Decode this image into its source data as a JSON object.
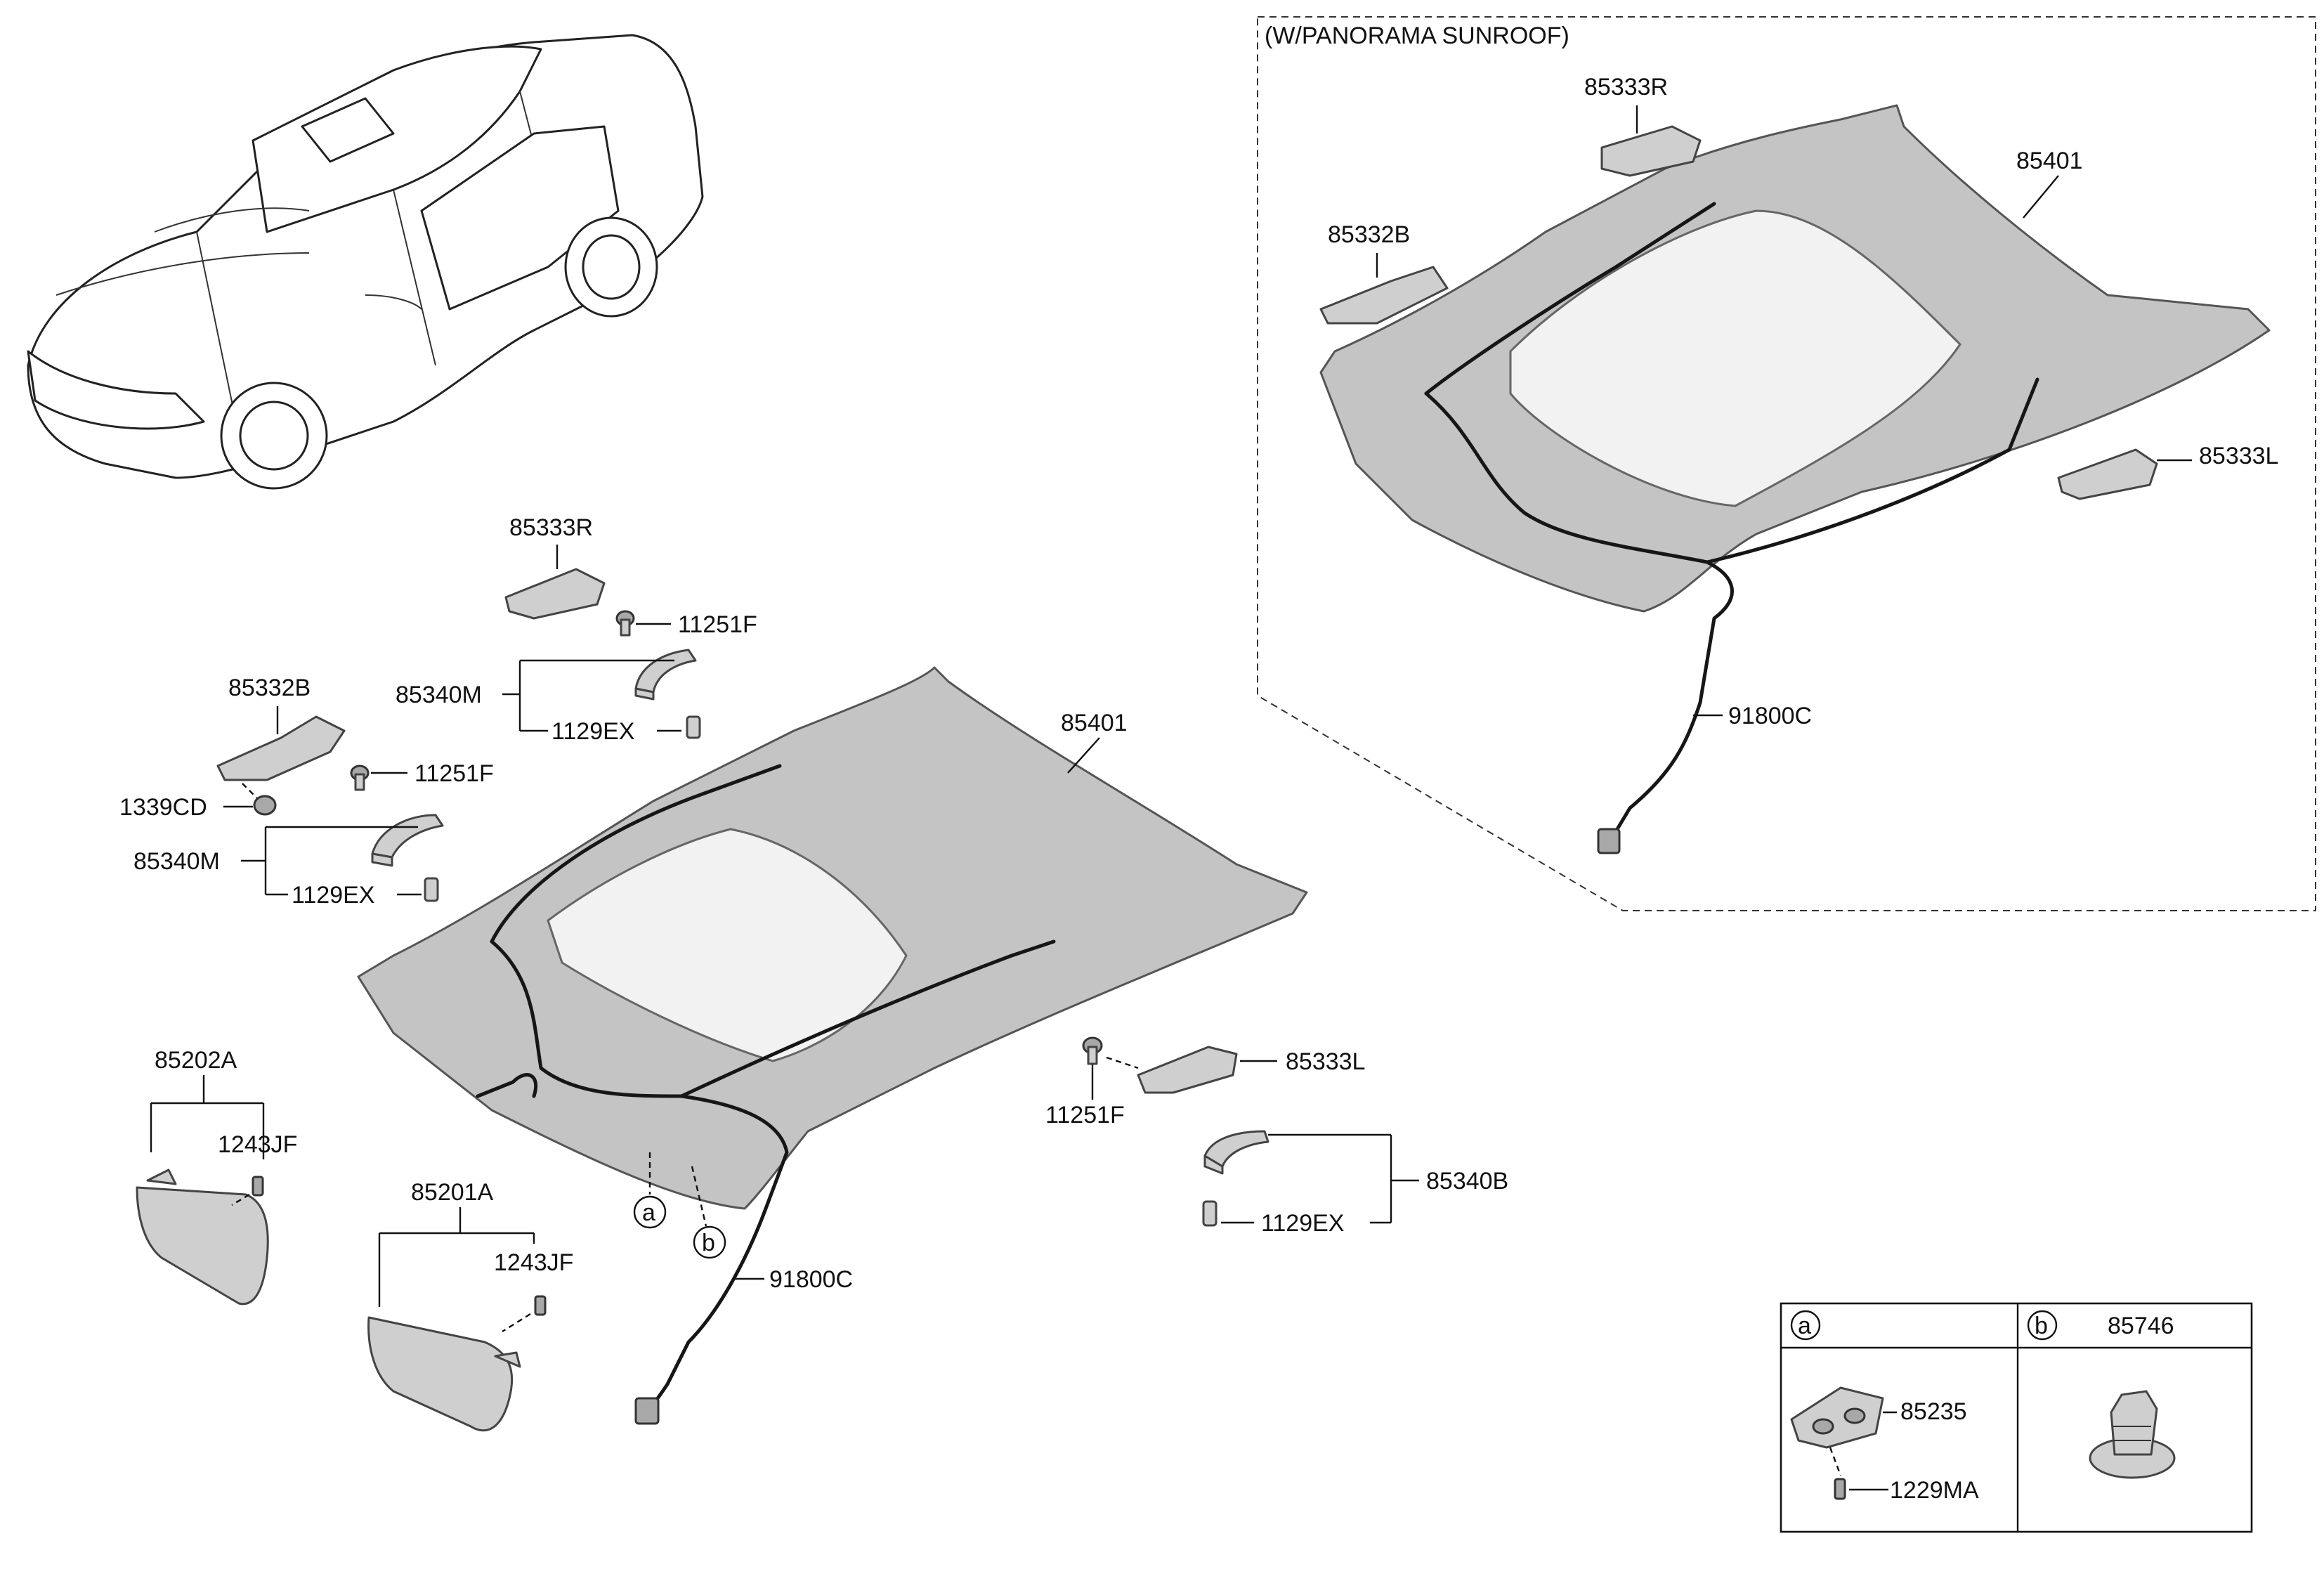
{
  "labels": {
    "panorama_title": "(W/PANORAMA SUNROOF)",
    "pano_85333R": "85333R",
    "pano_85332B": "85332B",
    "pano_85401": "85401",
    "pano_85333L": "85333L",
    "pano_91800C": "91800C",
    "main_85333R": "85333R",
    "main_11251F_a": "11251F",
    "main_85332B": "85332B",
    "main_11251F_b": "11251F",
    "main_85340M_a": "85340M",
    "main_1129EX_a": "1129EX",
    "main_85401": "85401",
    "main_1339CD": "1339CD",
    "main_85340M_b": "85340M",
    "main_1129EX_b": "1129EX",
    "main_85202A": "85202A",
    "main_1243JF_a": "1243JF",
    "main_85201A": "85201A",
    "main_1243JF_b": "1243JF",
    "main_11251F_c": "11251F",
    "main_85333L": "85333L",
    "main_85340B": "85340B",
    "main_1129EX_c": "1129EX",
    "main_91800C": "91800C",
    "marker_a": "a",
    "marker_b": "b"
  },
  "legend_box": {
    "marker_a": "a",
    "marker_b": "b",
    "part_b_title": "85746",
    "part_85235": "85235",
    "part_1229MA": "1229MA"
  },
  "colors": {
    "line": "#111111",
    "part_fill": "#c4c4c4",
    "background": "#ffffff"
  }
}
